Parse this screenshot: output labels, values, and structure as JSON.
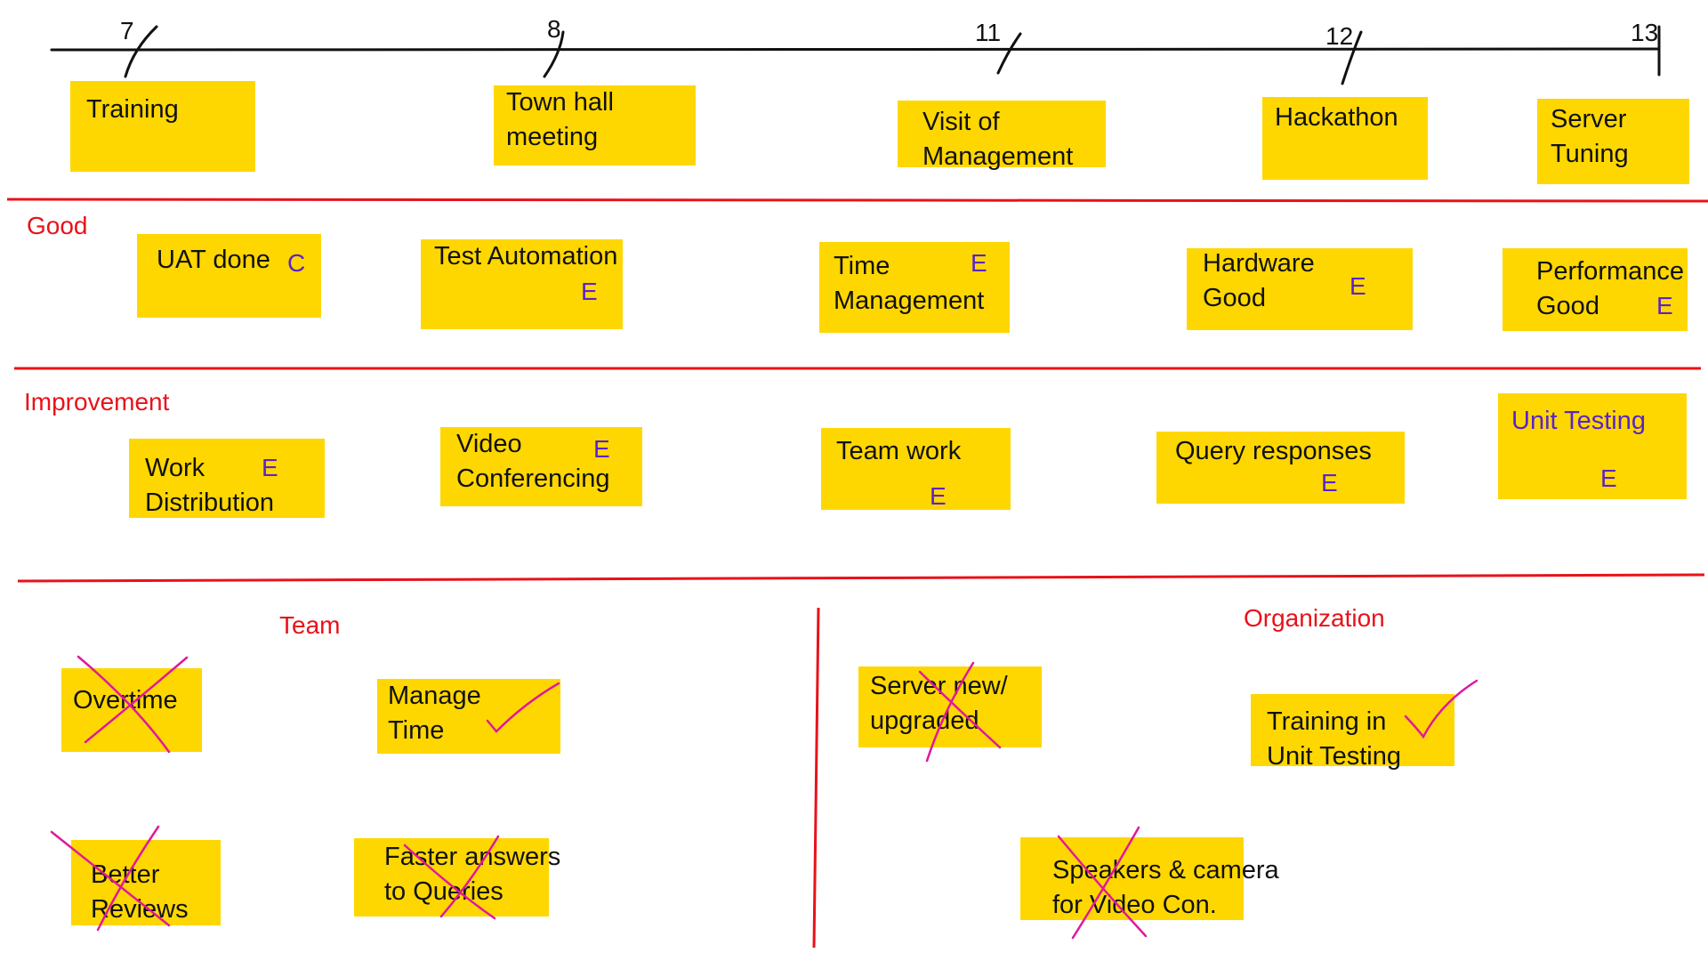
{
  "timeline": {
    "ticks": [
      "7",
      "8",
      "11",
      "12",
      "13"
    ],
    "events": [
      {
        "l1": "Training",
        "l2": ""
      },
      {
        "l1": "Town hall",
        "l2": "meeting"
      },
      {
        "l1": "Visit of",
        "l2": "Management"
      },
      {
        "l1": "Hackathon",
        "l2": ""
      },
      {
        "l1": "Server",
        "l2": "Tuning"
      }
    ]
  },
  "sections": {
    "good": "Good",
    "improvement": "Improvement",
    "team": "Team",
    "organization": "Organization"
  },
  "good": [
    {
      "l1": "UAT done",
      "l2": "",
      "mark": "C"
    },
    {
      "l1": "Test Automation",
      "l2": "",
      "mark": "E"
    },
    {
      "l1": "Time",
      "l2": "Management",
      "mark": "E"
    },
    {
      "l1": "Hardware",
      "l2": "Good",
      "mark": "E"
    },
    {
      "l1": "Performance",
      "l2": "Good",
      "mark": "E"
    }
  ],
  "improvement": [
    {
      "l1": "Work",
      "l2": "Distribution",
      "mark": "E"
    },
    {
      "l1": "Video",
      "l2": "Conferencing",
      "mark": "E"
    },
    {
      "l1": "Team work",
      "l2": "",
      "mark": "E"
    },
    {
      "l1": "Query responses",
      "l2": "",
      "mark": "E"
    },
    {
      "l1": "Unit Testing",
      "l2": "",
      "mark": "E"
    }
  ],
  "actions": {
    "team": [
      {
        "l1": "Overtime",
        "l2": "",
        "status": "crossed"
      },
      {
        "l1": "Manage",
        "l2": "Time",
        "status": "checked"
      },
      {
        "l1": "Better",
        "l2": "Reviews",
        "status": "crossed"
      },
      {
        "l1": "Faster answers",
        "l2": "to Queries",
        "status": "crossed"
      }
    ],
    "organization": [
      {
        "l1": "Server new/",
        "l2": "upgraded",
        "status": "crossed"
      },
      {
        "l1": "Training in",
        "l2": "Unit Testing",
        "status": "checked"
      },
      {
        "l1": "Speakers & camera",
        "l2": "for Video Con.",
        "status": "crossed"
      }
    ]
  },
  "colors": {
    "note": "#FFD700",
    "divider": "#E8121A",
    "marker": "#6A0DAD",
    "strike": "#E0199B"
  }
}
